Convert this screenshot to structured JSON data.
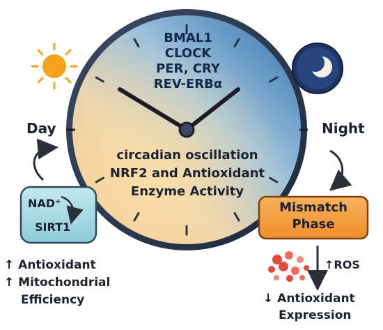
{
  "clock_genes": [
    "BMAL1",
    "CLOCK",
    "PER, CRY",
    "REV-ERBα"
  ],
  "center_text": [
    "circadian oscillation",
    "NRF2 and Antioxidant",
    "Enzyme Activity"
  ],
  "day_label": "Day",
  "night_label": "Night",
  "nad_box": {
    "line1": "NAD⁺",
    "line2": "SIRT1"
  },
  "mismatch_box": {
    "line1": "Mismatch",
    "line2": "Phase"
  },
  "day_effects": [
    "↑ Antioxidant",
    "↑ Mitochondrial",
    "Efficiency"
  ],
  "ros_label": "↑ROS",
  "night_effects": [
    "↓ Antioxidant",
    "Expression"
  ],
  "icons": {
    "day": "sun-icon",
    "night": "moon-icon"
  },
  "colors": {
    "clock_warm": "#f6c27a",
    "clock_cool": "#3f7fbf",
    "mismatch_fill": "#f5a040",
    "nad_fill": "#a9dbe6",
    "ros_dots": "#e24a3b",
    "sun": "#f7a21b"
  }
}
